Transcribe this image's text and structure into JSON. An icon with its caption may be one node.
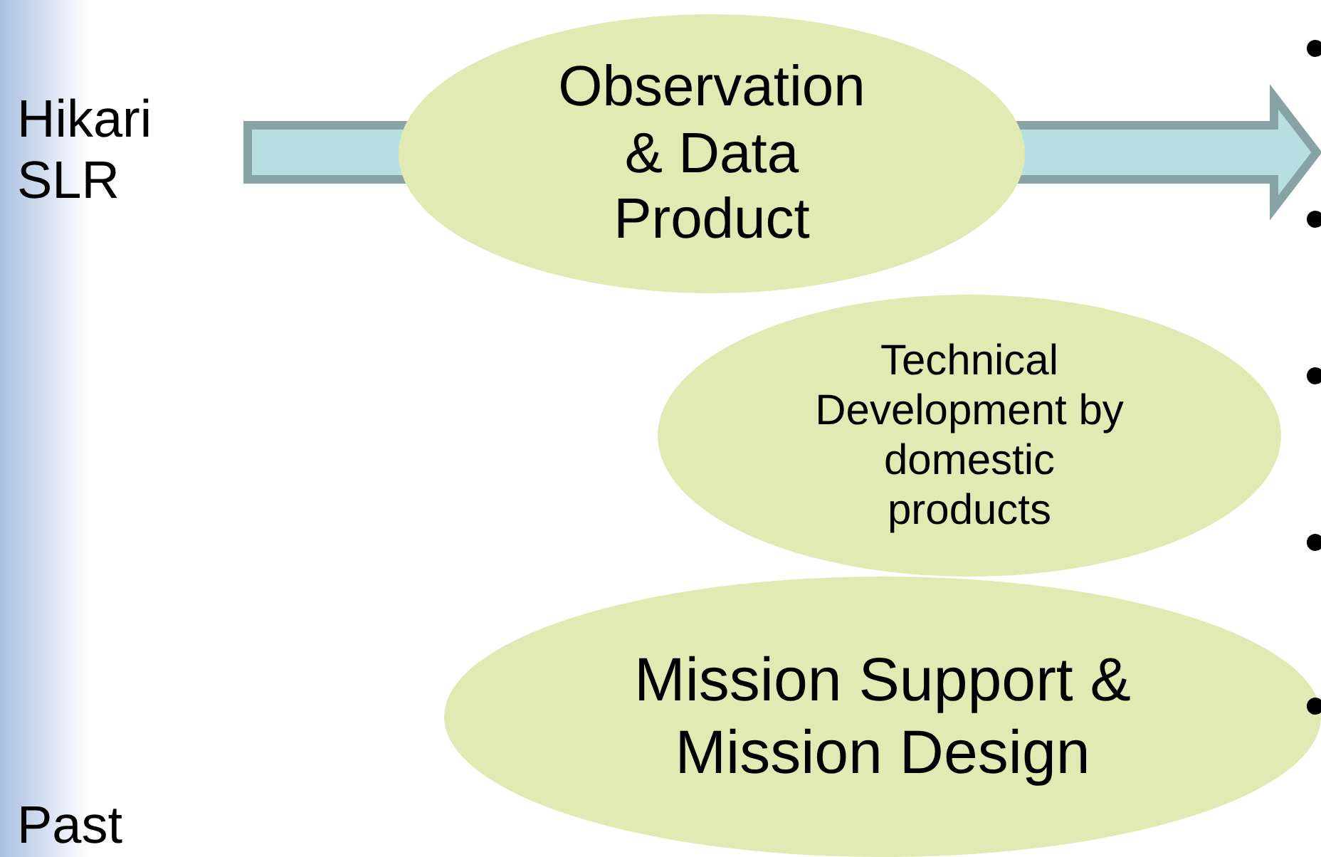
{
  "diagram": {
    "nodes": [
      {
        "text": [
          "Observation & Data Product"
        ]
      },
      {
        "text": [
          "Technical Development by domestic products"
        ]
      },
      {
        "text": [
          "Mission Support & Mission Design"
        ]
      }
    ],
    "labels": [
      "Hikari SLR",
      "Past"
    ]
  }
}
